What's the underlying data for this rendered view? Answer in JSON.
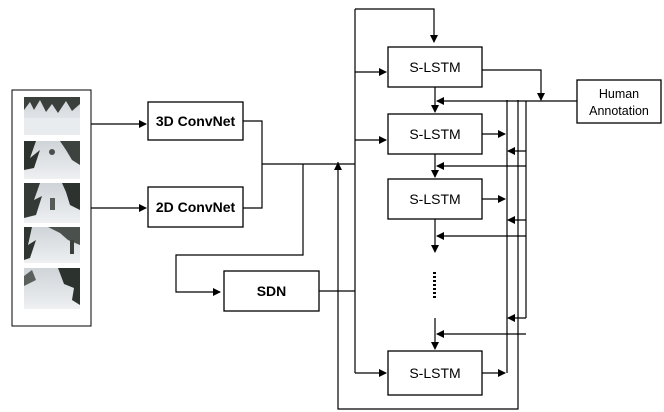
{
  "diagram": {
    "nodes": {
      "convnet_3d": "3D ConvNet",
      "convnet_2d": "2D ConvNet",
      "sdn": "SDN",
      "slstm_1": "S-LSTM",
      "slstm_2": "S-LSTM",
      "slstm_3": "S-LSTM",
      "slstm_n": "S-LSTM",
      "human_annotation_line1": "Human",
      "human_annotation_line2": "Annotation"
    },
    "colors": {
      "stroke": "#000000",
      "frame_sky": "#e6e9ec",
      "frame_snow": "#dfe2e5",
      "frame_tree": "#2f3531"
    }
  }
}
